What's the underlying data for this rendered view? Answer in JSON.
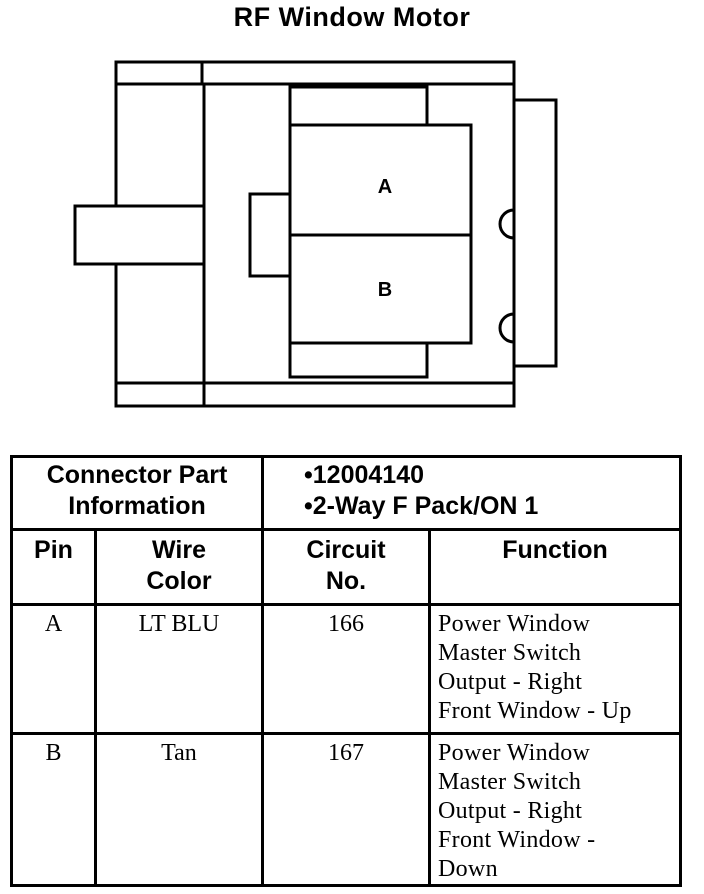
{
  "title": "RF Window Motor",
  "diagram": {
    "cavity_a": "A",
    "cavity_b": "B"
  },
  "table": {
    "part_info_label_line1": "Connector Part",
    "part_info_label_line2": "Information",
    "part_info_values": [
      "12004140",
      "2-Way F Pack/ON 1"
    ],
    "headers": {
      "pin": "Pin",
      "wire_color_line1": "Wire",
      "wire_color_line2": "Color",
      "circuit_line1": "Circuit",
      "circuit_line2": "No.",
      "function": "Function"
    },
    "rows": [
      {
        "pin": "A",
        "wire_color": "LT BLU",
        "circuit": "166",
        "function_lines": [
          "Power Window",
          "Master Switch",
          "Output - Right",
          "Front Window - Up"
        ]
      },
      {
        "pin": "B",
        "wire_color": "Tan",
        "circuit": "167",
        "function_lines": [
          "Power Window",
          "Master Switch",
          "Output - Right",
          "Front Window -",
          "Down"
        ]
      }
    ]
  }
}
